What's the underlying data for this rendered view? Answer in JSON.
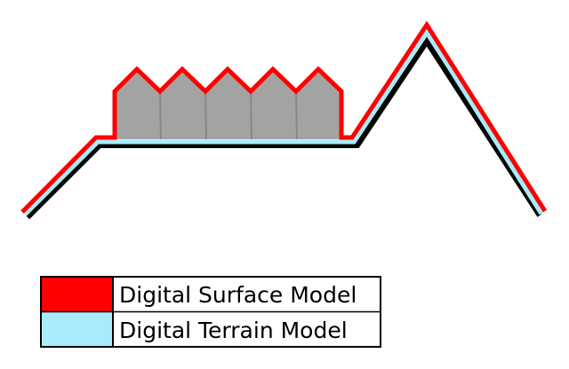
{
  "colors": {
    "surface": "#ff0000",
    "terrain": "#a8ecfb",
    "ground_line": "#000000",
    "buildings_fill": "#a3a3a3",
    "buildings_stroke": "#888888"
  },
  "legend": {
    "items": [
      {
        "label": "Digital Surface Model",
        "color_key": "surface"
      },
      {
        "label": "Digital Terrain Model",
        "color_key": "terrain"
      }
    ]
  }
}
